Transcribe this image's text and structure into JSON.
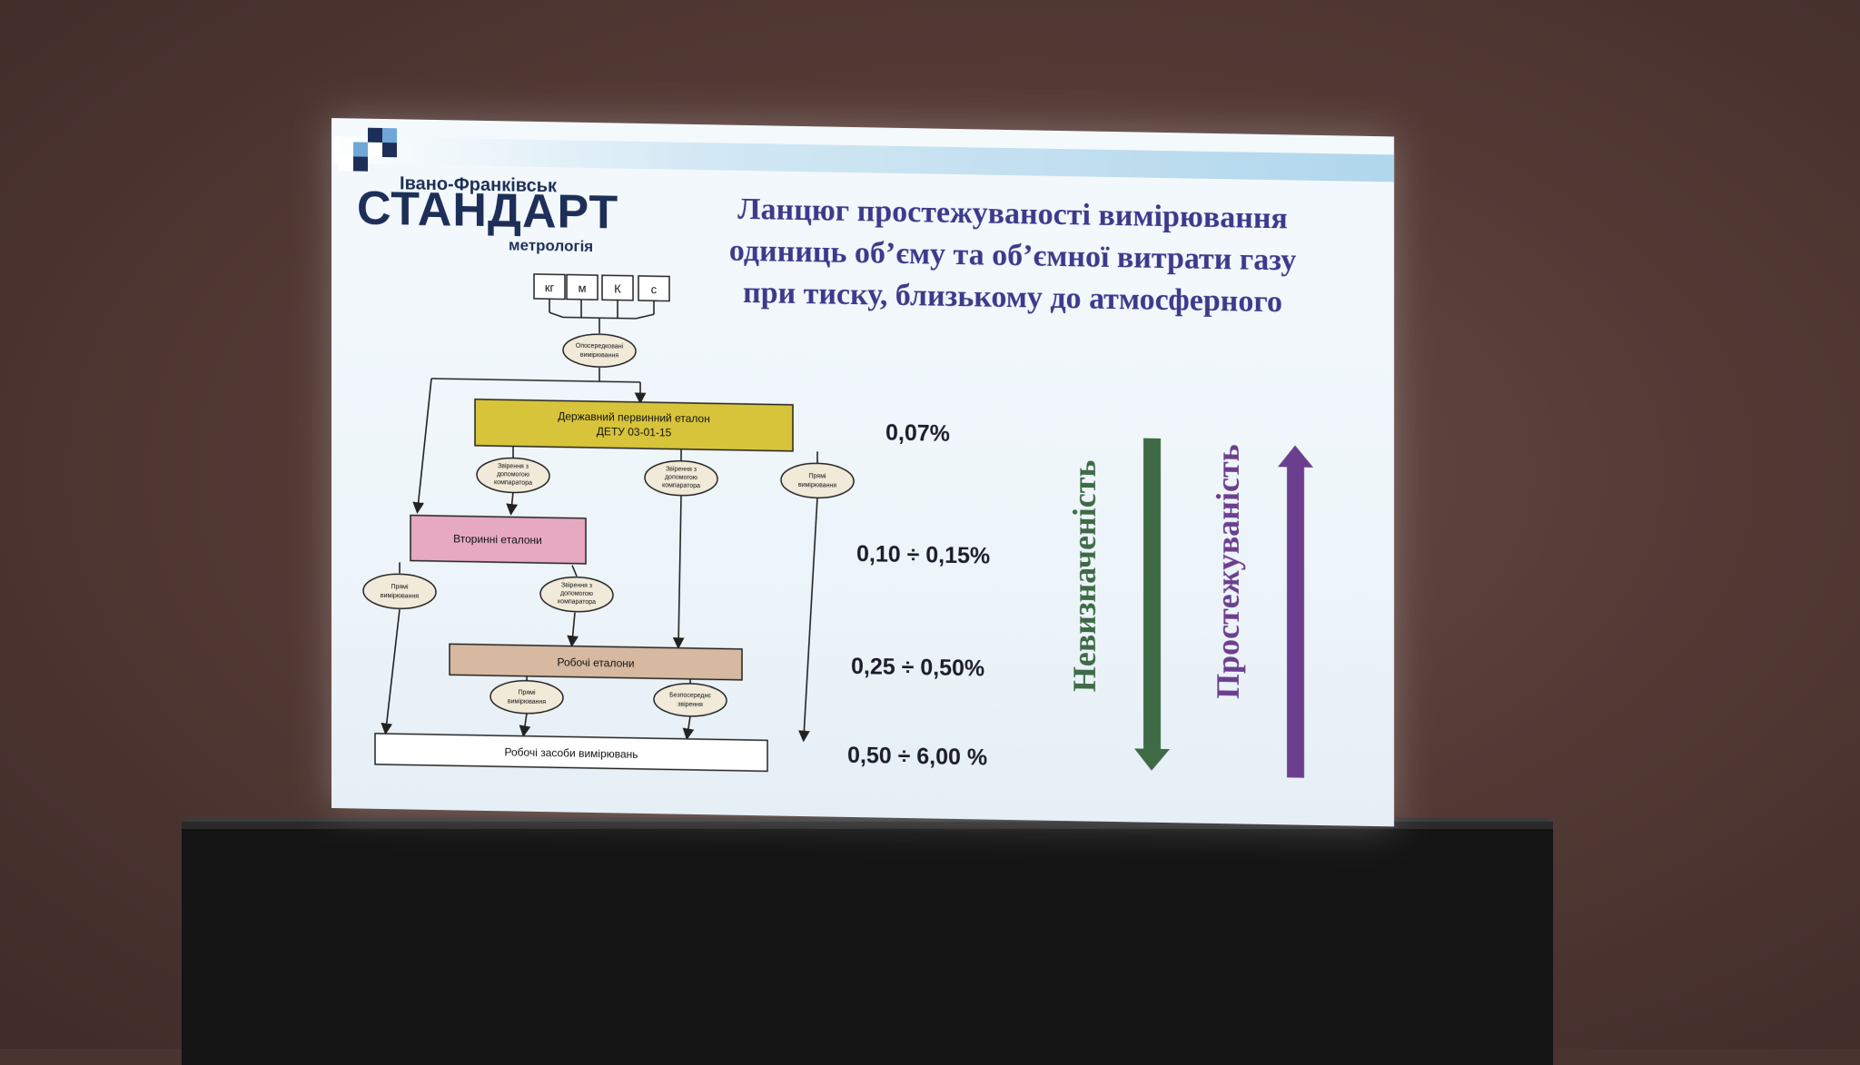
{
  "logo": {
    "top": "Івано-Франківськ",
    "main": "СТАНДАРТ",
    "sub": "метрологія"
  },
  "title": "Ланцюг простежуваності вимірювання одиниць об’єму та об’ємної витрати газу при тиску, близькому до атмосферного",
  "diagram": {
    "units": [
      "кг",
      "м",
      "К",
      "с"
    ],
    "indirect": [
      "Опосередковані",
      "вимірювання"
    ],
    "primary": [
      "Державний первинний еталон",
      "ДЕТУ 03-01-15"
    ],
    "comparator_left": [
      "Звірення з",
      "допомогою",
      "компаратора"
    ],
    "comparator_mid": [
      "Звірення з",
      "допомогою",
      "компаратора"
    ],
    "direct_top": [
      "Прямі",
      "вимірювання"
    ],
    "secondary": "Вторинні еталони",
    "direct_left": [
      "Прямі",
      "вимірювання"
    ],
    "comparator_second": [
      "Звірення з",
      "допомогою",
      "компаратора"
    ],
    "working": "Робочі еталони",
    "direct_bottom": [
      "Прямі",
      "вимірювання"
    ],
    "direct_comparison": [
      "Безпосереднє",
      "звірення"
    ],
    "instruments": "Робочі засоби вимірювань"
  },
  "percents": [
    "0,07%",
    "0,10 ÷ 0,15%",
    "0,25 ÷ 0,50%",
    "0,50 ÷ 6,00 %"
  ],
  "arrows": {
    "uncertainty": "Невизначеність",
    "traceability": "Простежуваність"
  },
  "colors": {
    "primary_box": "#d8c43a",
    "secondary_box": "#e6a9c1",
    "working_box": "#d6b9a0",
    "uncertainty_arrow": "#3e6a45",
    "traceability_arrow": "#6b3f8e",
    "title": "#3c3a8c"
  }
}
